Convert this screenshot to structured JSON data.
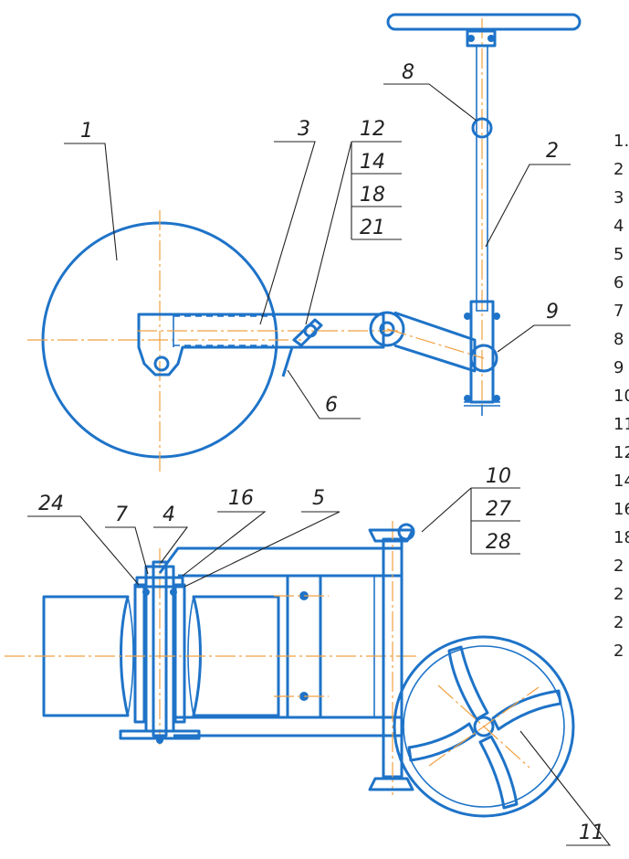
{
  "callouts": {
    "c1": "1",
    "c2": "2",
    "c3": "3",
    "c4": "4",
    "c5": "5",
    "c6": "6",
    "c7": "7",
    "c8": "8",
    "c9": "9",
    "c10": "10",
    "c11": "11",
    "c24": "24",
    "c12_stack": [
      "12",
      "14",
      "18",
      "21"
    ],
    "c16": "16",
    "c10_stack": [
      "27",
      "28"
    ]
  },
  "spec_list": [
    "1.",
    "2",
    "3",
    "4",
    "5",
    "6",
    "7",
    "8",
    "9",
    "10",
    "11",
    "12",
    "14",
    "16",
    "18",
    "2",
    "2",
    "2",
    "2"
  ],
  "colors": {
    "part_line": "#1e73c8",
    "axis_line": "#f0a040",
    "label": "#222222"
  }
}
